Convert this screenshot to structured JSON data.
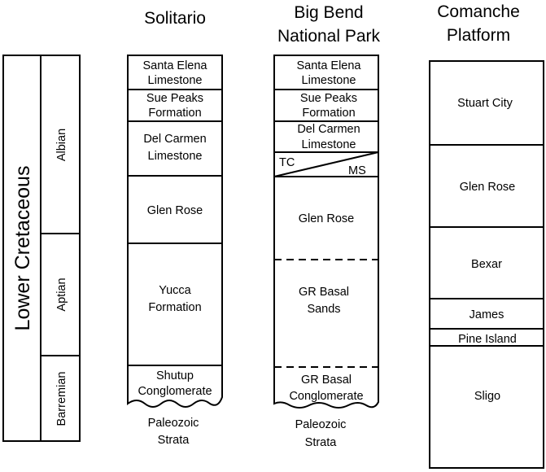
{
  "left_column": {
    "era": "Lower Cretaceous",
    "stages": [
      "Albian",
      "Aptian",
      "Barremian"
    ]
  },
  "columns": [
    {
      "title": [
        "Solitario"
      ],
      "units": [
        [
          "Santa Elena",
          "Limestone"
        ],
        [
          "Sue Peaks",
          "Formation"
        ],
        [
          "Del Carmen",
          "Limestone"
        ],
        [
          "Glen Rose"
        ],
        [
          "Yucca",
          "Formation"
        ],
        [
          "Shutup",
          "Conglomerate"
        ]
      ],
      "below": [
        "Paleozoic",
        "Strata"
      ]
    },
    {
      "title": [
        "Big Bend",
        "National Park"
      ],
      "units": [
        [
          "Santa Elena",
          "Limestone"
        ],
        [
          "Sue Peaks",
          "Formation"
        ],
        [
          "Del Carmen",
          "Limestone"
        ],
        [
          "TC"
        ],
        [
          "MS"
        ],
        [
          "Glen Rose"
        ],
        [
          "GR Basal",
          "Sands"
        ],
        [
          "GR Basal",
          "Conglomerate"
        ]
      ],
      "below": [
        "Paleozoic",
        "Strata"
      ]
    },
    {
      "title": [
        "Comanche",
        "Platform"
      ],
      "units": [
        [
          "Stuart City"
        ],
        [
          "Glen Rose"
        ],
        [
          "Bexar"
        ],
        [
          "James"
        ],
        [
          "Pine Island"
        ],
        [
          "Sligo"
        ]
      ]
    }
  ]
}
